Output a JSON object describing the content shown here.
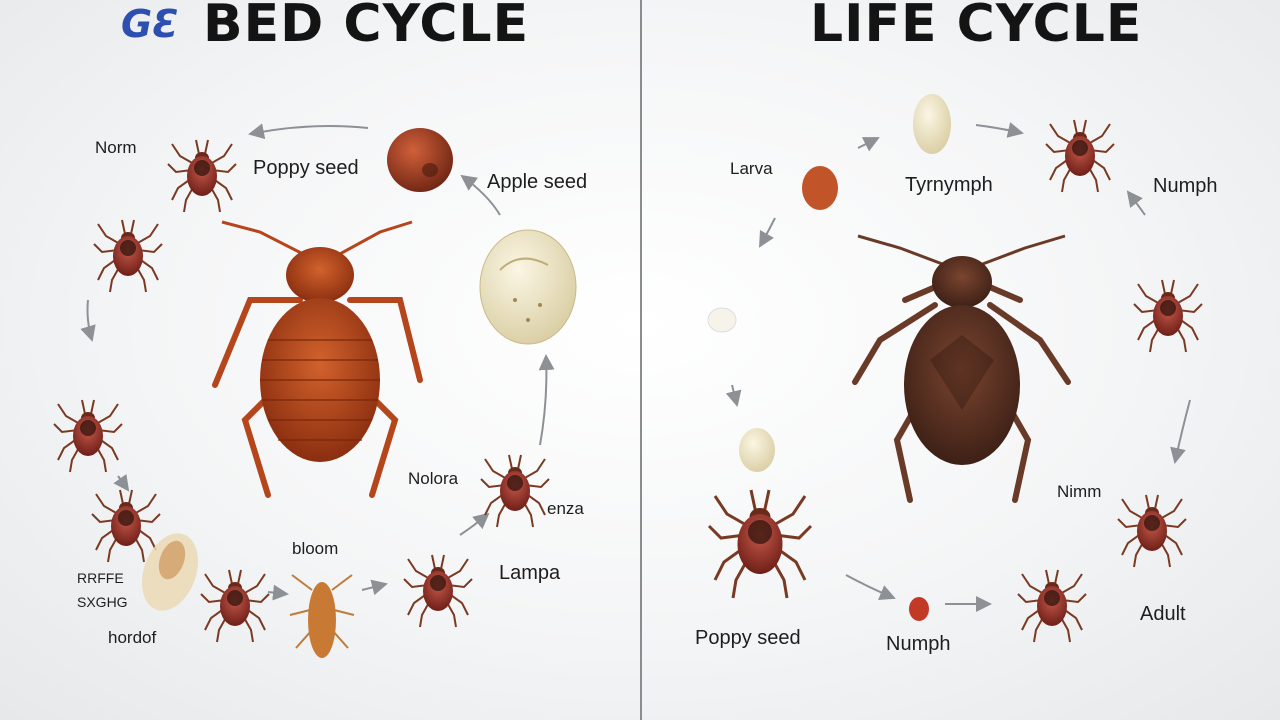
{
  "left_panel": {
    "logo_text": "GƐ",
    "title": "BED CYCLE",
    "labels": {
      "norm": "Norm",
      "poppy_seed": "Poppy seed",
      "apple_seed": "Apple seed",
      "nolora": "Nolora",
      "enza": "enza",
      "lampa": "Lampa",
      "bloom": "bloom",
      "small_1": "RRFFE",
      "small_2": "SXGHG",
      "hordof": "hordof"
    }
  },
  "right_panel": {
    "title": "LIFE CYCLE",
    "labels": {
      "larva": "Larva",
      "tyrnymph": "Tyrnymph",
      "nymph_top": "Numph",
      "nimm": "Nimm",
      "adult": "Adult",
      "poppy_seed": "Poppy seed",
      "nymph_bottom": "Numph"
    }
  },
  "colors": {
    "bug_orange": "#b5451b",
    "bug_brown": "#5a2e1d",
    "tick_red": "#8c2a22",
    "egg_cream": "#efe6c8",
    "arrow_gray": "#8d9196",
    "logo_blue": "#2d4fb0"
  }
}
